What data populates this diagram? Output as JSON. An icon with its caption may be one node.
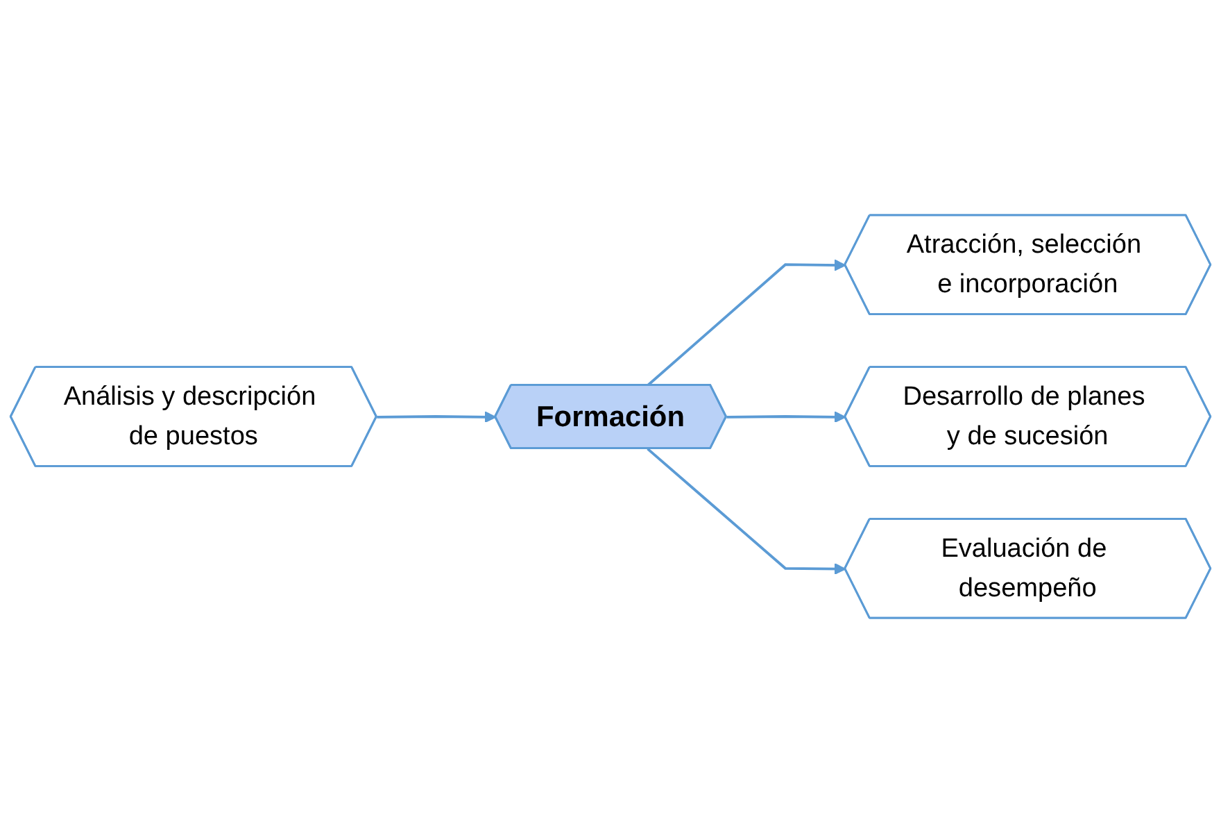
{
  "diagram": {
    "nodes": [
      {
        "text": [
          "Análisis y descripción de puestos"
        ]
      },
      {
        "text": [
          "Formación"
        ]
      },
      {
        "text": [
          "Atracción, selección e incorporación"
        ]
      },
      {
        "text": [
          "Desarrollo de planes y de sucesión"
        ]
      },
      {
        "text": [
          "Evaluación de desempeño"
        ]
      }
    ],
    "edges": [
      {
        "from": 0,
        "to": 1,
        "arrow": "to"
      },
      {
        "from": 1,
        "to": 2,
        "arrow": "to"
      },
      {
        "from": 1,
        "to": 3,
        "arrow": "to"
      },
      {
        "from": 1,
        "to": 4,
        "arrow": "to"
      }
    ]
  }
}
